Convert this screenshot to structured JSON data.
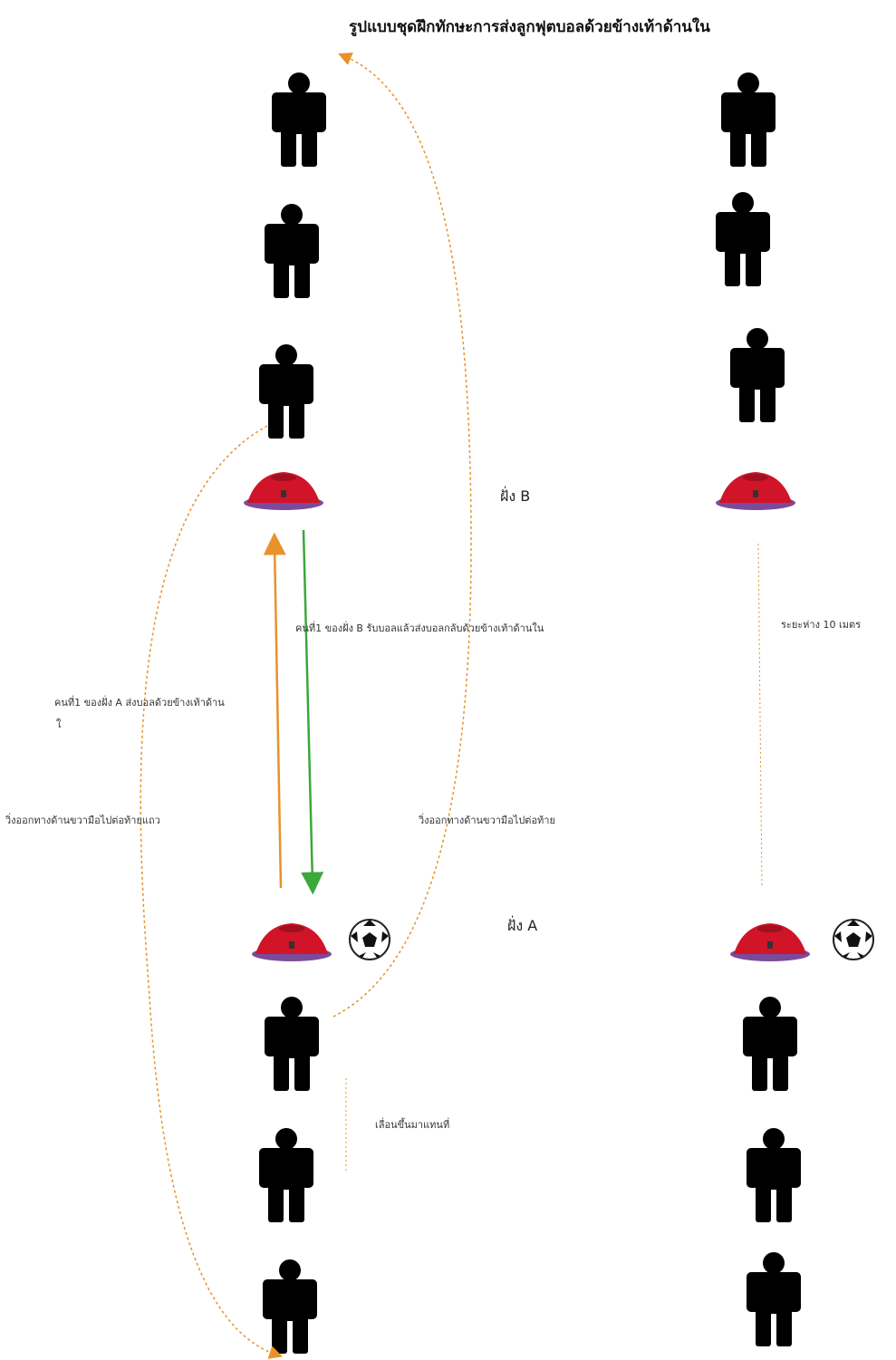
{
  "title": "รูปแบบชุดฝึกทักษะการส่งลูกฟุตบอลด้วยข้างเท้าด้านใน",
  "labels": {
    "side_b": "ฝั่ง B",
    "side_a": "ฝั่ง A",
    "b_player_pass": "คนที่1 ของฝั่ง B  รับบอลแล้วส่งบอลกลับด้วยข้างเท้าด้านใน",
    "distance": "ระยะห่าง 10 เมตร",
    "a_player_pass": "คนที่1 ของฝั่ง A  ส่งบอลด้วยข้างเท้าด้าน",
    "a_player_pass_cont": "ใ",
    "run_right_line": "วิ่งออกทางด้านขวามือไปต่อท้ายแถว",
    "run_right": "วิ่งออกทางด้านขวามือไปต่อท้าย",
    "move_up": "เลื่อนขึ้นมาแทนที่"
  },
  "colors": {
    "person": "#000000",
    "cone": "#cc1122",
    "arrow_orange": "#e8922a",
    "arrow_green": "#3aa83a"
  },
  "icons": [
    "person-icon",
    "cone-icon",
    "soccer-ball-icon"
  ]
}
